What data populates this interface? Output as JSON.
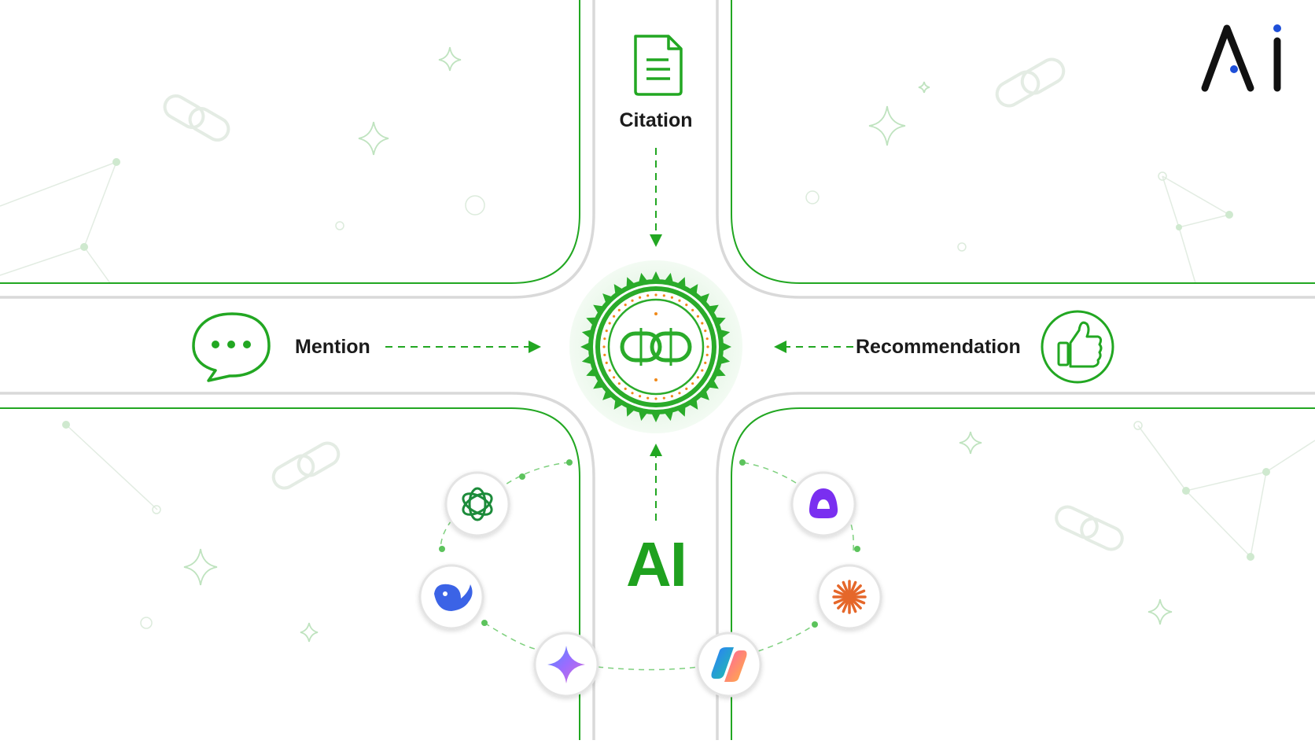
{
  "diagram": {
    "center": {
      "name": "link-seal-icon"
    },
    "nodes": {
      "top": {
        "label": "Citation",
        "icon": "document-icon"
      },
      "left": {
        "label": "Mention",
        "icon": "chat-bubble-icon"
      },
      "right": {
        "label": "Recommendation",
        "icon": "thumbs-up-icon"
      },
      "bottom": {
        "label": "AI"
      }
    },
    "ai_platforms": [
      {
        "icon": "chatgpt-icon"
      },
      {
        "icon": "deepseek-icon"
      },
      {
        "icon": "gemini-icon"
      },
      {
        "icon": "copilot-icon"
      },
      {
        "icon": "claude-icon"
      },
      {
        "icon": "alice-icon"
      }
    ],
    "logo": {
      "icon": "ai-logo-icon"
    }
  },
  "colors": {
    "accent": "#22a722",
    "road_edge": "#d9d9d9",
    "text": "#1b1b1b",
    "logo_dot": "#1e4fd8",
    "seal_dots": "#f08a1a"
  }
}
